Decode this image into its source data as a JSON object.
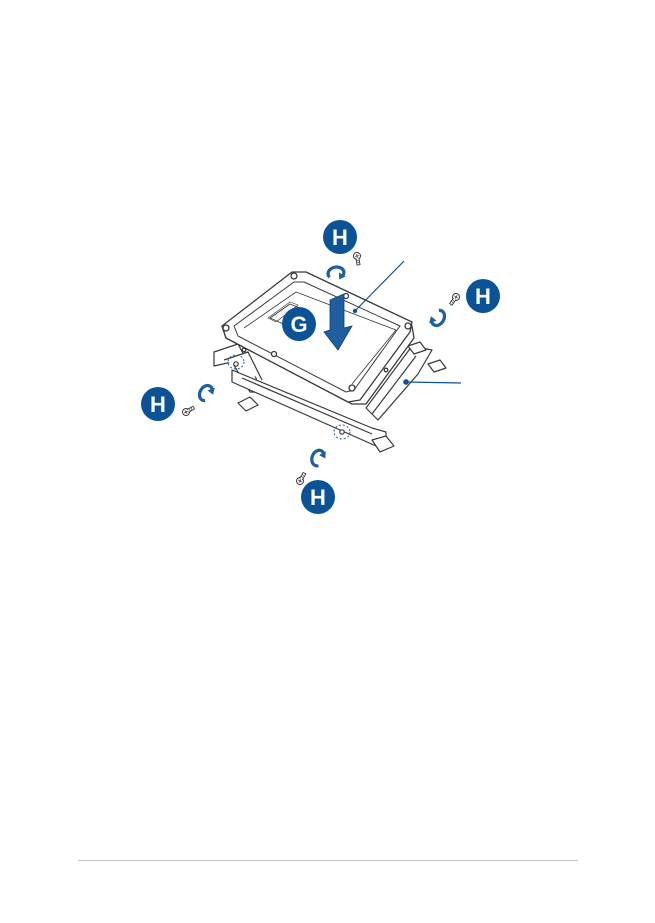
{
  "colors": {
    "callout_fill": "#0b5396",
    "callout_text": "#ffffff",
    "arrow_blue": "#1f5fa0",
    "leader_line": "#0b5396",
    "line_art": "#3a3a3a",
    "page": "#ffffff",
    "footer_rule": "#c8c8c8"
  },
  "callouts": {
    "g": "G",
    "h_top": "H",
    "h_right": "H",
    "h_left": "H",
    "h_bottom": "H"
  },
  "icons": {
    "screw": "screw-icon",
    "rotate_arrow": "rotate-arrow-icon",
    "insert_arrow": "down-arrow-icon"
  }
}
